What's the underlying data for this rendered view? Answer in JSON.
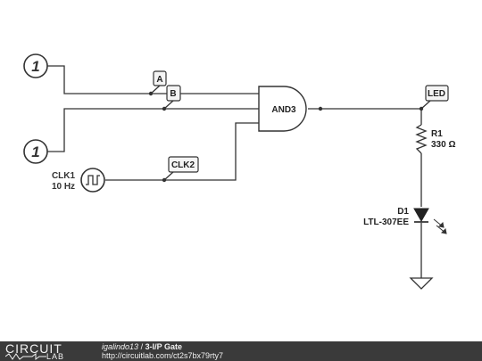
{
  "sources": [
    {
      "value": "1"
    },
    {
      "value": "1"
    }
  ],
  "clock": {
    "name": "CLK1",
    "freq": "10 Hz"
  },
  "net_labels": {
    "a": "A",
    "b": "B",
    "clk2": "CLK2",
    "led": "LED"
  },
  "gate": {
    "label": "AND3"
  },
  "resistor": {
    "name": "R1",
    "value": "330 Ω"
  },
  "diode": {
    "name": "D1",
    "part": "LTL-307EE"
  },
  "footer": {
    "logo_top": "CIRCUIT",
    "logo_bottom": "LAB",
    "author": "igalindo13",
    "separator": "/",
    "title": "3-I/P Gate",
    "url": "http://circuitlab.com/ct2s7bx79rty7"
  },
  "colors": {
    "wire": "#333333",
    "label_fill": "#f4f4f4",
    "footer_bg": "#3a3a3a"
  }
}
